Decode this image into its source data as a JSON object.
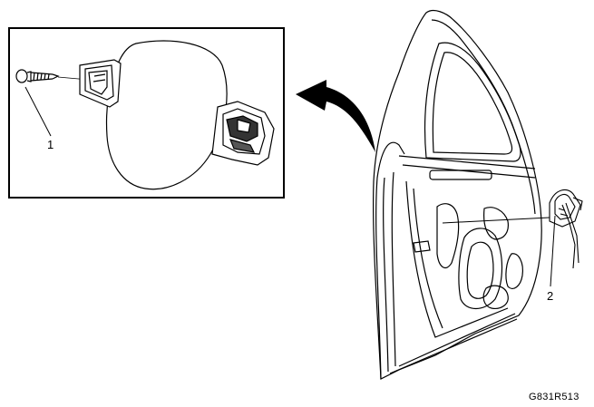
{
  "callouts": [
    {
      "id": "1",
      "text": "1"
    },
    {
      "id": "2",
      "text": "2"
    }
  ],
  "figure_id": "G831R513",
  "colors": {
    "line": "#000000",
    "background": "#ffffff"
  }
}
